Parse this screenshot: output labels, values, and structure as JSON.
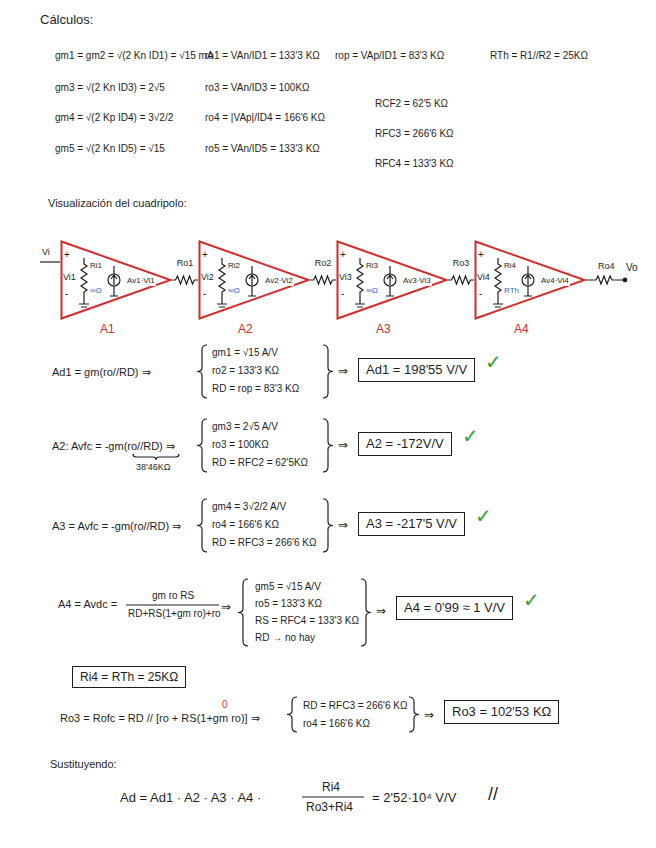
{
  "diagram": {
    "title": "Cálculos:",
    "nodes": [
      {
        "text": [
          "A1"
        ]
      },
      {
        "text": [
          "A2"
        ]
      },
      {
        "text": [
          "A3"
        ]
      },
      {
        "text": [
          "A4"
        ]
      },
      {
        "text": [
          "Ad1 = 198'55 V/V"
        ]
      },
      {
        "text": [
          "A2 = -172V/V"
        ]
      },
      {
        "text": [
          "A3 = -217'5 V/V"
        ]
      },
      {
        "text": [
          "A4 = 0'99 ≈ 1 V/V"
        ]
      },
      {
        "text": [
          "Ri4 = RTh = 25KΩ"
        ]
      },
      {
        "text": [
          "Ro3 = 102'53 KΩ"
        ]
      }
    ],
    "edges": [
      {
        "from": 0,
        "to": 1,
        "arrow": "none",
        "label": "Ro1"
      },
      {
        "from": 1,
        "to": 2,
        "arrow": "none",
        "label": "Ro2"
      },
      {
        "from": 2,
        "to": 3,
        "arrow": "none",
        "label": "Ro3"
      }
    ],
    "labels": [
      "gm1 = gm2 = √(2 Kn ID1) = √15 mA",
      "ro1 = VAn/ID1 = 133'3 KΩ",
      "rop = VAp/ID1 = 83'3 KΩ",
      "RTh = R1//R2 = 25KΩ",
      "gm3 = √(2 Kn ID3) = 2√5",
      "ro3 = VAn/ID3 = 100KΩ",
      "RCF2 = 62'5 KΩ",
      "gm4 = √(2 Kp ID4) = 3√2/2",
      "ro4 = |VAp|/ID4 = 166'6 KΩ",
      "RFC3 = 266'6 KΩ",
      "gm5 = √(2 Kn ID5) = √15",
      "ro5 = VAn/ID5 = 133'3 KΩ",
      "RFC4 = 133'3 KΩ",
      "Visualización del cuadripolo:",
      "Vi",
      "+",
      "Vi1",
      "-",
      "Ri1",
      "∞Ω",
      "Av1·Vi1",
      "+",
      "Vi2",
      "-",
      "Ri2",
      "∞Ω",
      "Av2·Vi2",
      "+",
      "Vi3",
      "-",
      "Ri3",
      "∞Ω",
      "Av3·Vi3",
      "+",
      "Vi4",
      "-",
      "Ri4",
      "RTh",
      "Av4·Vi4",
      "Ro4",
      "Vo",
      "Ad1 = gm(ro//RD) ⇒",
      "gm1 = √15 A/V",
      "ro2 = 133'3 KΩ",
      "RD = rop = 83'3 KΩ",
      "⇒",
      "✓",
      "A2: Avfc = -gm(ro//RD) ⇒",
      "38'46KΩ",
      "gm3 = 2√5 A/V",
      "ro3 = 100KΩ",
      "RD = RFC2 = 62'5KΩ",
      "⇒",
      "✓",
      "A3 = Avfc = -gm(ro//RD) ⇒",
      "gm4 = 3√2/2 A/V",
      "ro4 = 166'6 KΩ",
      "RD = RFC3 = 266'6 KΩ",
      "⇒",
      "✓",
      "A4 = Avdc =",
      "gm ro RS",
      "RD+RS(1+gm ro)+ro",
      "⇒",
      "gm5 = √15 A/V",
      "ro5 = 133'3 KΩ",
      "RS = RFC4 = 133'3 KΩ",
      "RD → no hay",
      "⇒",
      "✓",
      "Ro3 = Rofc = RD // [ro + RS(1+gm ro)] ⇒",
      "0",
      "RD = RFC3 = 266'6 KΩ",
      "ro4 = 166'6 KΩ",
      "⇒",
      "Sustituyendo:",
      "Ad = Ad1 · A2 · A3 · A4 ·",
      "Ri4",
      "Ro3+Ri4",
      "= 2'52·10⁴ V/V",
      "//"
    ]
  }
}
